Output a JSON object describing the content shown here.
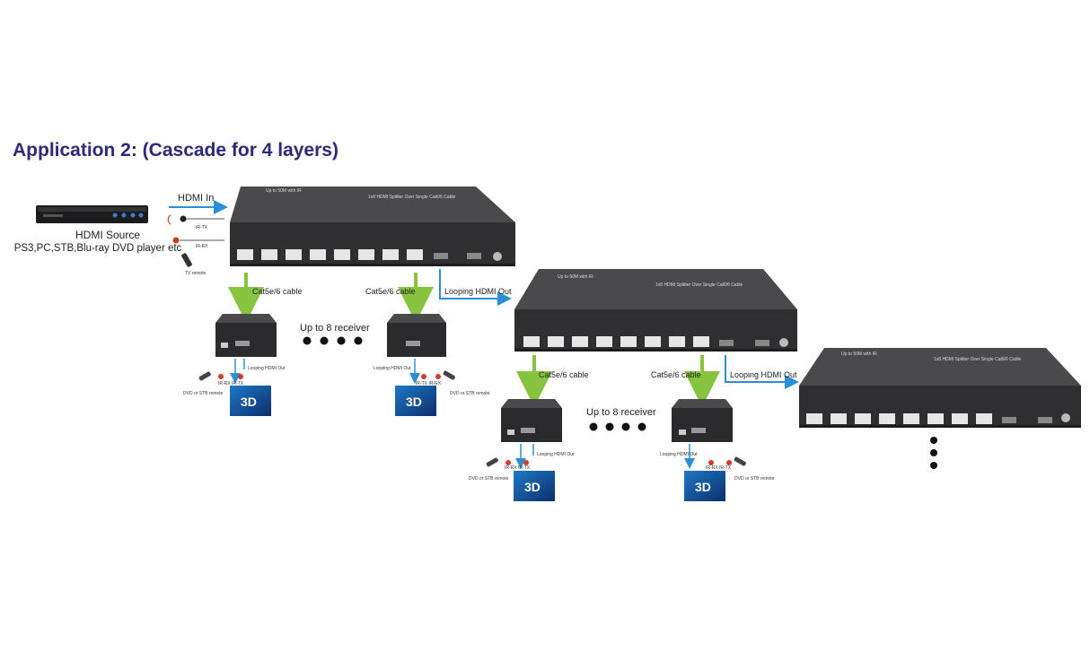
{
  "title": "Application 2: (Cascade for 4 layers)",
  "source": {
    "name": "HDMI Source",
    "devices": "PS3,PC,STB,Blu-ray DVD player etc"
  },
  "labels": {
    "hdmi_in": "HDMI  In",
    "ir_tx": "IR-TX",
    "ir_rx": "IR-RX",
    "tv_remote": "TV remote",
    "cat_cable": "Cat5e/6 cable",
    "looping_out": "Looping HDMI Out",
    "up_to_8": "Up to 8 receiver",
    "ir_rx_tx": "IR-RX  IR-TX",
    "ir_tx_rx": "IR-TX  IR-RX",
    "dvd_remote": "DVD or STB remote",
    "splitter_top": "1x8 HDMI Splitter Over Single Cat6/6 Cable",
    "splitter_sub": "Up to 50M with IR",
    "tv_3d": "3D"
  },
  "colors": {
    "title": "#2a2a7a",
    "device_body": "#3b3b3d",
    "device_front": "#2b2b2d",
    "green_arrow": "#86c440",
    "blue_arrow": "#2a8fd8",
    "ir_red": "#d43a2a"
  },
  "icons": [
    "splitter-device",
    "receiver-device",
    "tv-3d-icon",
    "remote-icon",
    "ir-sensor-icon",
    "dvd-player-icon"
  ]
}
